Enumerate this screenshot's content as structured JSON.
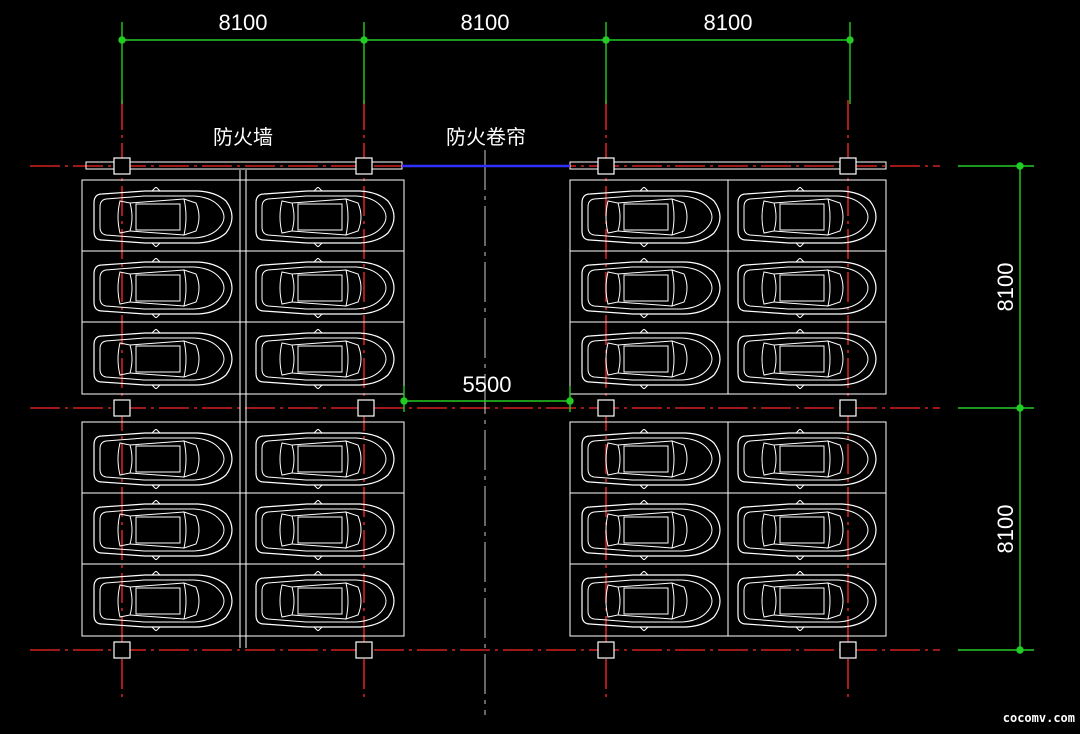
{
  "dimensions": {
    "top": [
      "8100",
      "8100",
      "8100"
    ],
    "middle": "5500",
    "right": [
      "8100",
      "8100"
    ]
  },
  "labels": {
    "fire_wall": "防火墙",
    "fire_shutter": "防火卷帘"
  },
  "watermark": "cocomv.com",
  "parking": {
    "blocks": 4,
    "rows_per_block": 3,
    "spaces_per_row": 2,
    "total_spaces": 24
  },
  "colors": {
    "background": "#000000",
    "axis": "#d42020",
    "dimension": "#22cc22",
    "fire_shutter": "#3030ff",
    "linework": "#ffffff",
    "center_line": "#cccccc"
  }
}
